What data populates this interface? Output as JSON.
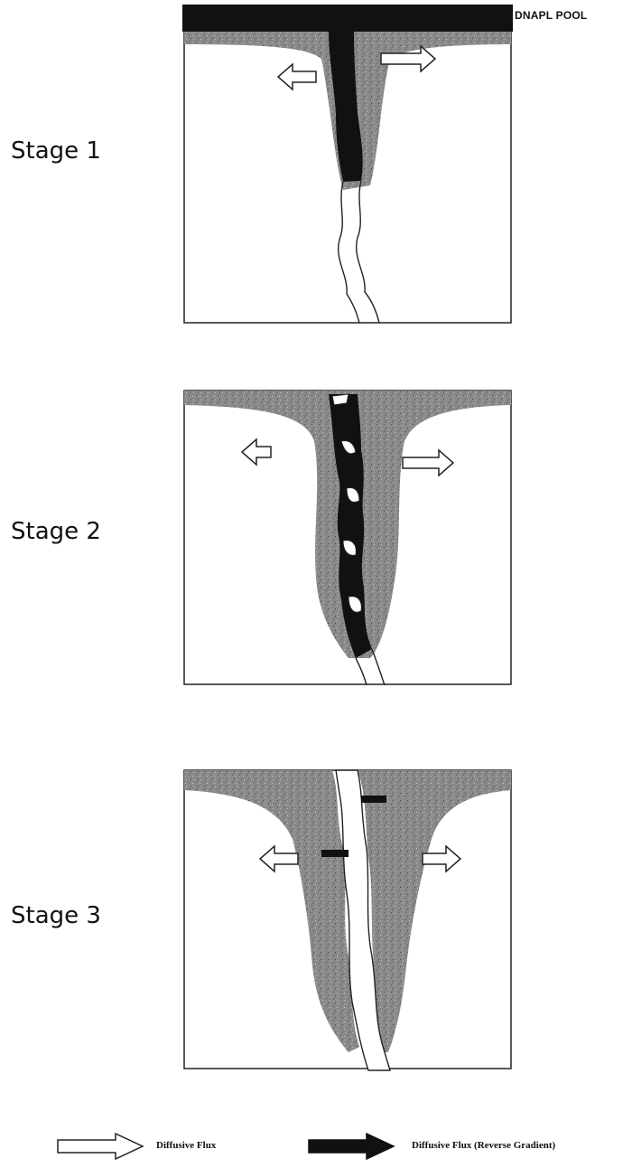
{
  "pool_label": "DNAPL POOL",
  "stages": [
    {
      "label": "Stage 1"
    },
    {
      "label": "Stage 2"
    },
    {
      "label": "Stage 3"
    }
  ],
  "legend": {
    "open_arrow": "Diffusive Flux",
    "filled_arrow": "Diffusive Flux (Reverse Gradient)"
  },
  "colors": {
    "dnapl": "#111111",
    "contaminated_matrix": "#8a8a8a",
    "clean_matrix": "#ffffff",
    "outline": "#222222"
  }
}
